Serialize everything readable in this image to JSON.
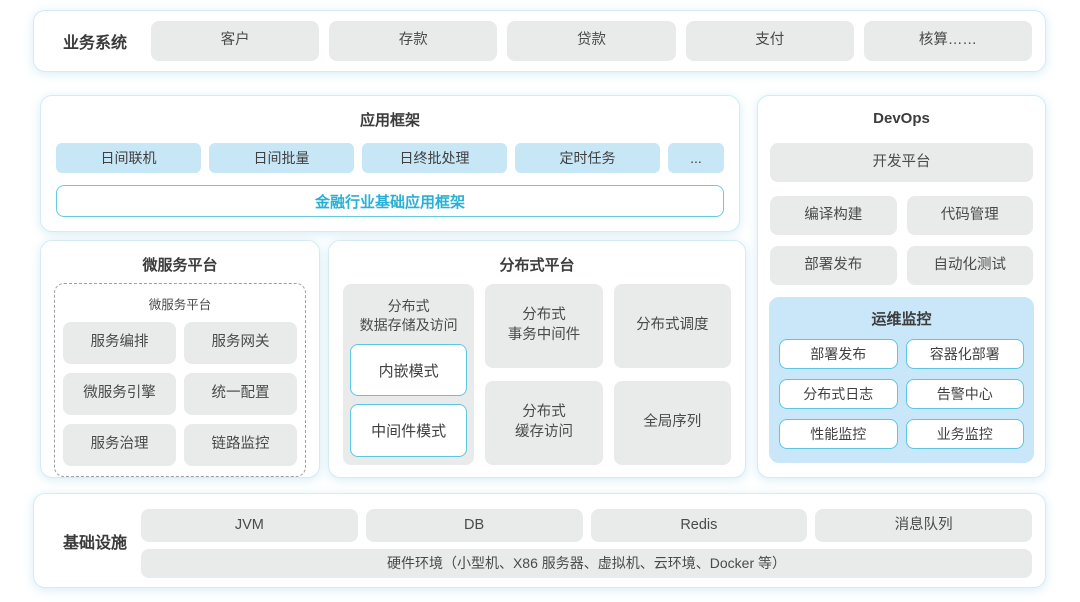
{
  "colors": {
    "panel_border": "#d3ecf4",
    "gray_chip": "#e9eaea",
    "blue_chip": "#c7e6f6",
    "monitor_bg": "#c9e7f8",
    "cyan_border": "#5cc7e3",
    "cyan_text": "#29b0d5"
  },
  "business": {
    "label": "业务系统",
    "items": [
      "客户",
      "存款",
      "贷款",
      "支付",
      "核算……"
    ]
  },
  "app_framework": {
    "title": "应用框架",
    "modules": [
      "日间联机",
      "日间批量",
      "日终批处理",
      "定时任务",
      "..."
    ],
    "base_framework": "金融行业基础应用框架"
  },
  "devops": {
    "title": "DevOps",
    "dev_platform": "开发平台",
    "tools": [
      "编译构建",
      "代码管理",
      "部署发布",
      "自动化测试"
    ],
    "monitoring": {
      "title": "运维监控",
      "items": [
        "部署发布",
        "容器化部署",
        "分布式日志",
        "告警中心",
        "性能监控",
        "业务监控"
      ]
    }
  },
  "microservice": {
    "title": "微服务平台",
    "inner_title": "微服务平台",
    "items": [
      "服务编排",
      "服务网关",
      "微服务引擎",
      "统一配置",
      "服务治理",
      "链路监控"
    ]
  },
  "distributed": {
    "title": "分布式平台",
    "storage": {
      "title": "分布式\n数据存储及访问",
      "modes": [
        "内嵌模式",
        "中间件模式"
      ]
    },
    "col2": {
      "top": "分布式\n事务中间件",
      "bottom": "分布式\n缓存访问"
    },
    "col3": {
      "top": "分布式调度",
      "bottom": "全局序列"
    }
  },
  "infrastructure": {
    "label": "基础设施",
    "items": [
      "JVM",
      "DB",
      "Redis",
      "消息队列"
    ],
    "hardware": "硬件环境（小型机、X86 服务器、虚拟机、云环境、Docker 等）"
  }
}
